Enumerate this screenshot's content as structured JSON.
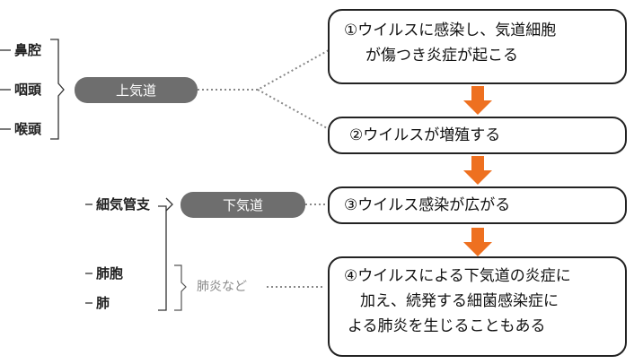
{
  "upper_parts": [
    "鼻腔",
    "咽頭",
    "喉頭"
  ],
  "lower_parts_group1": [
    "細気管支"
  ],
  "lower_parts_group2": [
    "肺胞",
    "肺"
  ],
  "upper_airway_label": "上気道",
  "lower_airway_label": "下気道",
  "pneumonia_label": "肺炎など",
  "steps": [
    {
      "lines": [
        "①ウイルスに感染し、気道細胞",
        "が傷つき炎症が起こる"
      ]
    },
    {
      "lines": [
        "②ウイルスが増殖する"
      ]
    },
    {
      "lines": [
        "③ウイルス感染が広がる"
      ]
    },
    {
      "lines": [
        "④ウイルスによる下気道の炎症に",
        "加え、続発する細菌感染症に",
        "よる肺炎を生じることもある"
      ]
    }
  ],
  "colors": {
    "arrow": "#ee7020",
    "pill": "#6e6e6e",
    "border": "#222222",
    "dotted": "#888888"
  }
}
